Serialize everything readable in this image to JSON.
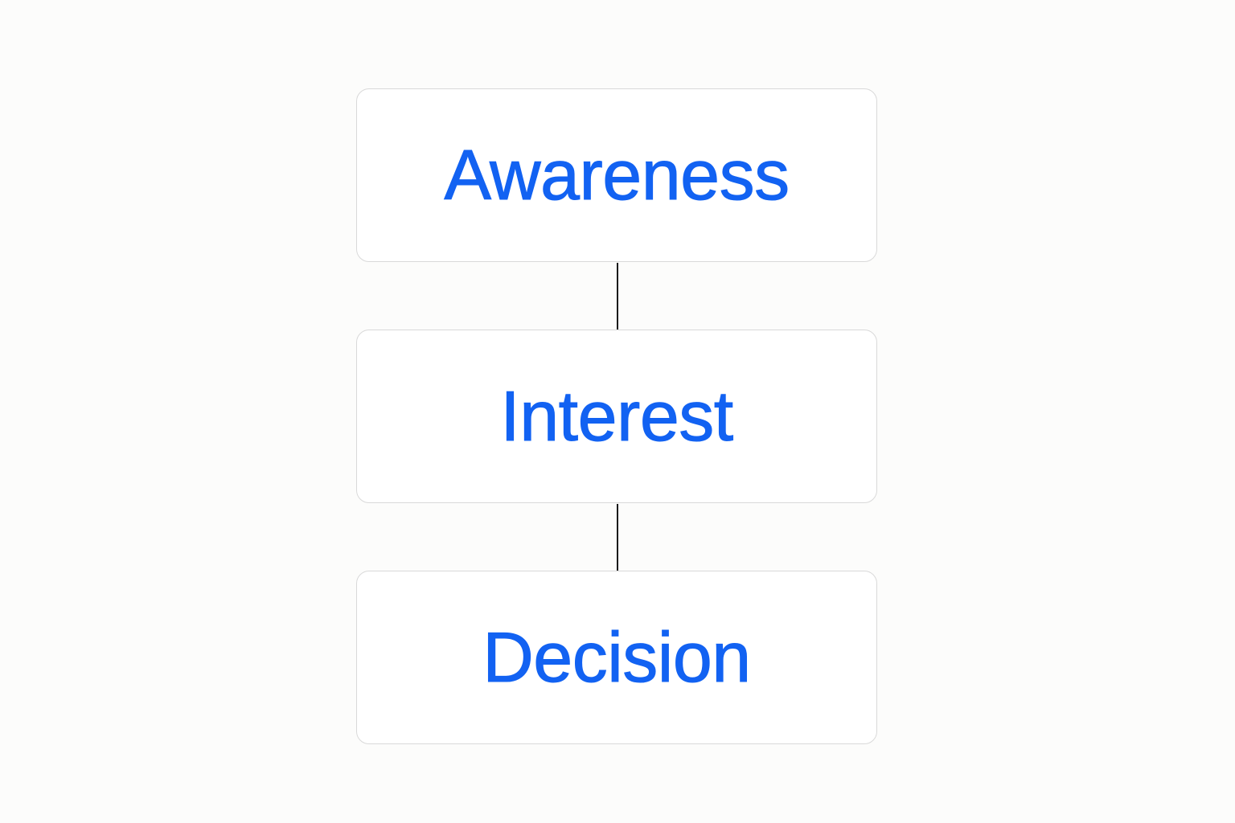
{
  "colors": {
    "label": "#1262f2",
    "background": "#fcfcfb",
    "box_fill": "#ffffff",
    "box_border": "#d9d9d9",
    "connector": "#1a1a1a"
  },
  "stages": [
    {
      "label": "Awareness"
    },
    {
      "label": "Interest"
    },
    {
      "label": "Decision"
    }
  ]
}
